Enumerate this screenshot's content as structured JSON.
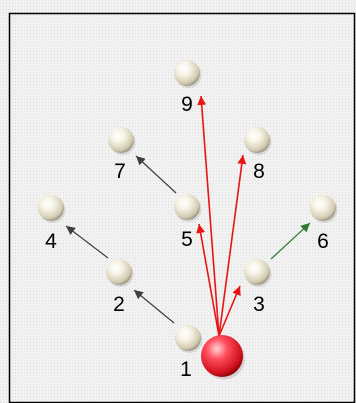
{
  "diagram": {
    "balls": [
      {
        "id": "1",
        "label": "1"
      },
      {
        "id": "2",
        "label": "2"
      },
      {
        "id": "3",
        "label": "3"
      },
      {
        "id": "4",
        "label": "4"
      },
      {
        "id": "5",
        "label": "5"
      },
      {
        "id": "6",
        "label": "6"
      },
      {
        "id": "7",
        "label": "7"
      },
      {
        "id": "8",
        "label": "8"
      },
      {
        "id": "9",
        "label": "9"
      }
    ],
    "cue_ball": {
      "name": "cue-ball"
    },
    "colors": {
      "background": "#f2f2f2",
      "frame": "#000000",
      "cue_ball": "#e8202a",
      "object_ball": "#f3f0e2",
      "red_arrow": "#e81515",
      "dark_arrow": "#3f3f3f",
      "green_arrow": "#2f7a2f"
    },
    "arrows": [
      {
        "from": "cue",
        "to": "9",
        "color": "red"
      },
      {
        "from": "cue",
        "to": "8",
        "color": "red"
      },
      {
        "from": "cue",
        "to": "5",
        "color": "red"
      },
      {
        "from": "cue",
        "to": "3",
        "color": "red"
      },
      {
        "from": "1",
        "to": "2",
        "color": "dark"
      },
      {
        "from": "2",
        "to": "4",
        "color": "dark"
      },
      {
        "from": "5",
        "to": "7",
        "color": "dark"
      },
      {
        "from": "3",
        "to": "6",
        "color": "green"
      }
    ]
  }
}
